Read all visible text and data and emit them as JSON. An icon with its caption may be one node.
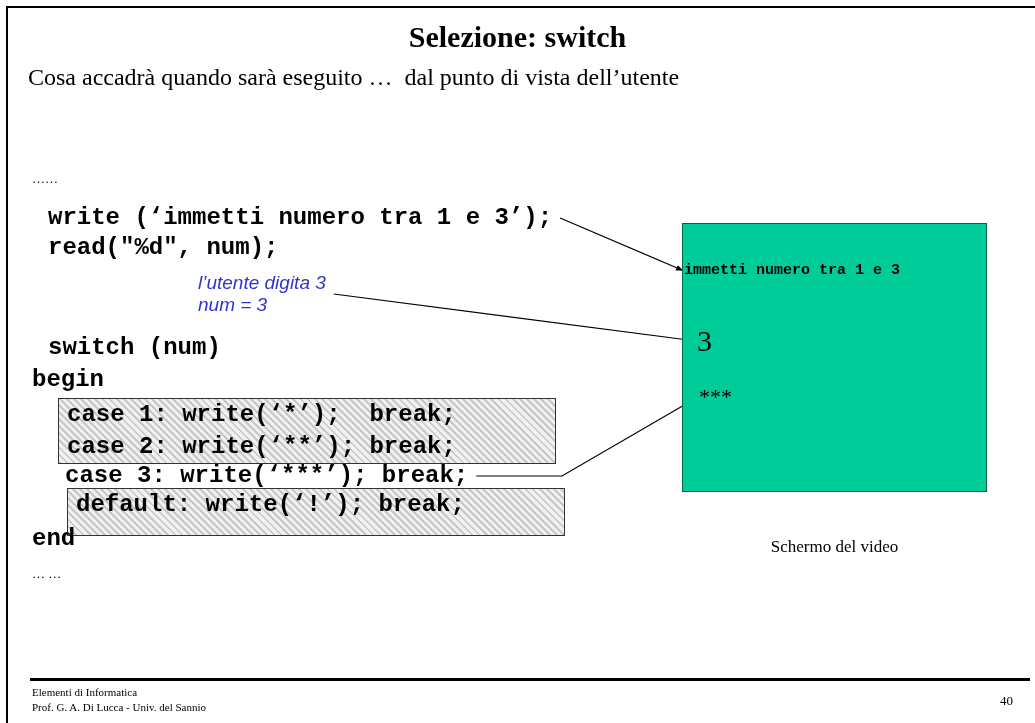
{
  "diagram": {
    "title": "Selezione: switch",
    "nodes": [
      {
        "text": [
          "write (‘immetti numero tra 1 e 3’);"
        ]
      },
      {
        "text": [],
        "shape": "box",
        "beside": [
          "Schermo del video"
        ]
      },
      {
        "text": [
          "immetti numero tra 1 e 3"
        ],
        "in": 1
      },
      {
        "text": [
          "l’utente digita 3",
          "num = 3"
        ]
      },
      {
        "text": [
          "3"
        ],
        "in": 1
      },
      {
        "text": [
          "case 1: write(‘*’);  break;",
          "case 2: write(‘**’); break;"
        ]
      },
      {
        "text": [
          "case 3: write(‘***’); break;"
        ]
      },
      {
        "text": [
          "***"
        ],
        "in": 1
      },
      {
        "text": [
          "default: write(‘!’); break;"
        ]
      }
    ],
    "edges": [
      {
        "from": 0,
        "to": 2,
        "arrow": "to"
      },
      {
        "from": 3,
        "to": 4,
        "arrow": "to"
      },
      {
        "from": 6,
        "to": 7,
        "arrow": "to"
      }
    ],
    "labels": [
      "Cosa accadrà quando sarà eseguito …  dal punto di vista dell’utente",
      "……",
      "read(\"%d\", num);",
      "switch (num)",
      "begin",
      "end",
      "… …",
      "Elementi di Informatica",
      "Prof. G. A. Di Lucca - Univ. del Sannio",
      "40"
    ]
  }
}
